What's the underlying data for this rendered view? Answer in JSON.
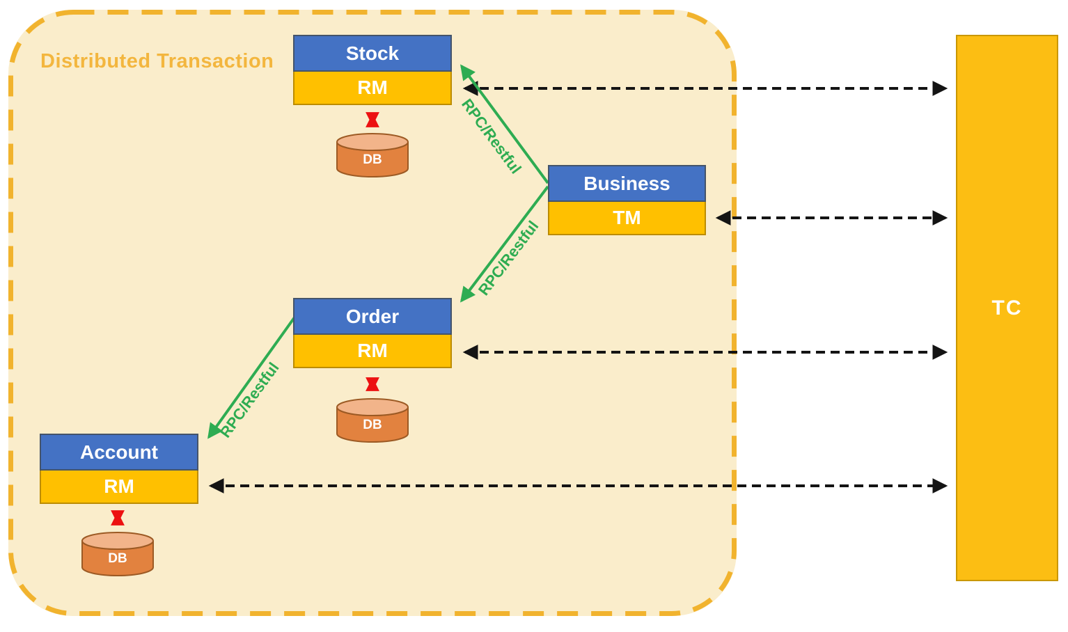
{
  "title": "Distributed Transaction",
  "nodes": {
    "stock": {
      "name": "Stock",
      "component": "RM",
      "db": "DB"
    },
    "business": {
      "name": "Business",
      "component": "TM"
    },
    "order": {
      "name": "Order",
      "component": "RM",
      "db": "DB"
    },
    "account": {
      "name": "Account",
      "component": "RM",
      "db": "DB"
    },
    "tc": {
      "name": "TC"
    }
  },
  "edges": {
    "rpc_restful_label": "RPC/Restful",
    "rpc_links": [
      {
        "from": "Business",
        "to": "Stock"
      },
      {
        "from": "Business",
        "to": "Order"
      },
      {
        "from": "Order",
        "to": "Account"
      }
    ],
    "tc_links": [
      {
        "from": "Stock RM",
        "to": "TC"
      },
      {
        "from": "Business TM",
        "to": "TC"
      },
      {
        "from": "Order RM",
        "to": "TC"
      },
      {
        "from": "Account RM",
        "to": "TC"
      }
    ],
    "db_links": [
      {
        "from": "Stock RM",
        "to": "DB"
      },
      {
        "from": "Order RM",
        "to": "DB"
      },
      {
        "from": "Account RM",
        "to": "DB"
      }
    ]
  },
  "colors": {
    "boundary_border": "#F1B32E",
    "boundary_bg": "#FAEDCB",
    "title_text": "#F3B63E",
    "service_header_bg": "#4472C4",
    "resource_bg": "#FFC000",
    "tc_bg": "#FCBE13",
    "db_body": "#E2823F",
    "db_top": "#F2B48A",
    "rpc_arrow": "#2EAC52",
    "tc_arrow": "#141414",
    "db_arrow": "#EC1111",
    "label_text": "#FFFFFF"
  }
}
